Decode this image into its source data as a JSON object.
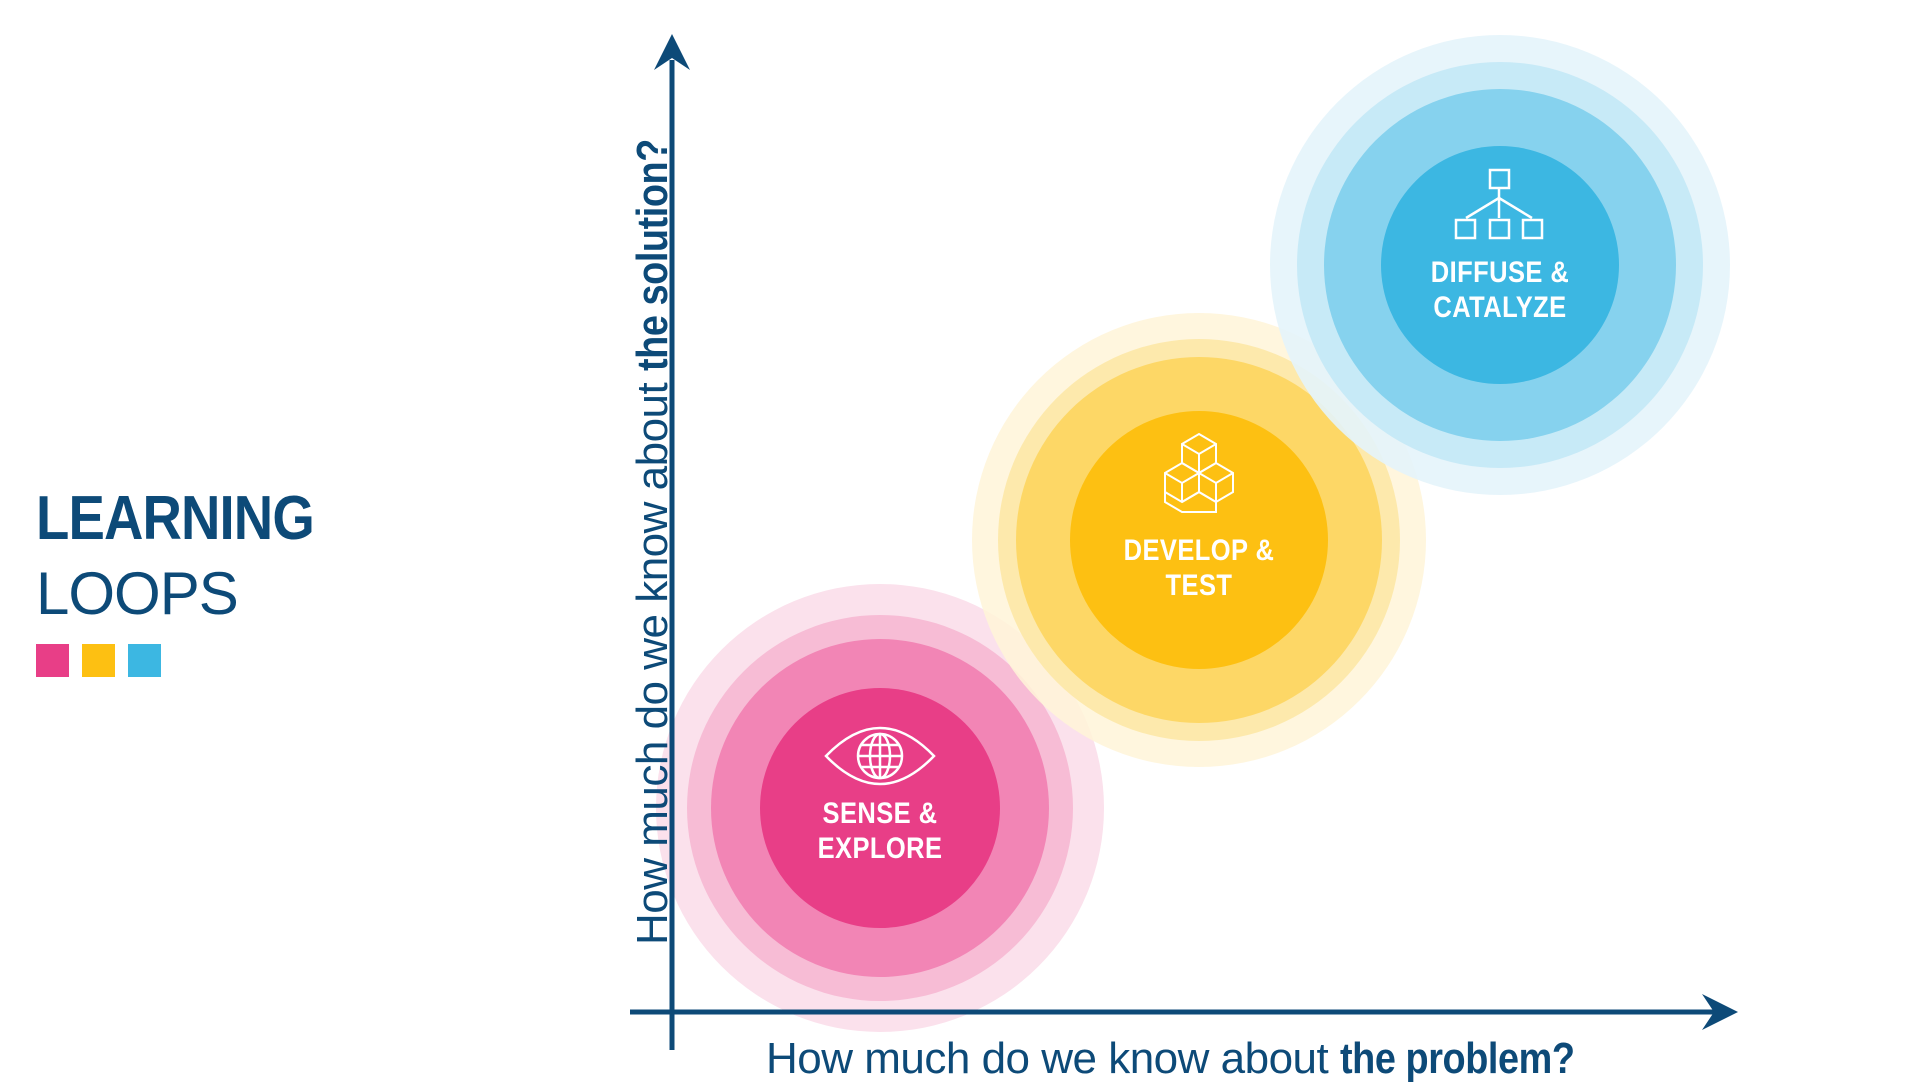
{
  "title": {
    "line1": "LEARNING",
    "line2": "LOOPS"
  },
  "legend_swatches": [
    {
      "name": "pink",
      "color": "#e83e87"
    },
    {
      "name": "yellow",
      "color": "#fdc012"
    },
    {
      "name": "blue",
      "color": "#3cb7e2"
    }
  ],
  "axes": {
    "x_label_regular": "How much do we know about",
    "x_label_bold": "the problem?",
    "y_label_regular": "How much do we know about",
    "y_label_bold": "the solution?",
    "color": "#0d4a78"
  },
  "stages": [
    {
      "line1": "SENSE &",
      "line2": "EXPLORE",
      "icon": "eye-globe-icon",
      "color": "#e83e87"
    },
    {
      "line1": "DEVELOP &",
      "line2": "TEST",
      "icon": "cubes-icon",
      "color": "#fdc012"
    },
    {
      "line1": "DIFFUSE &",
      "line2": "CATALYZE",
      "icon": "hierarchy-icon",
      "color": "#3cb7e2"
    }
  ]
}
